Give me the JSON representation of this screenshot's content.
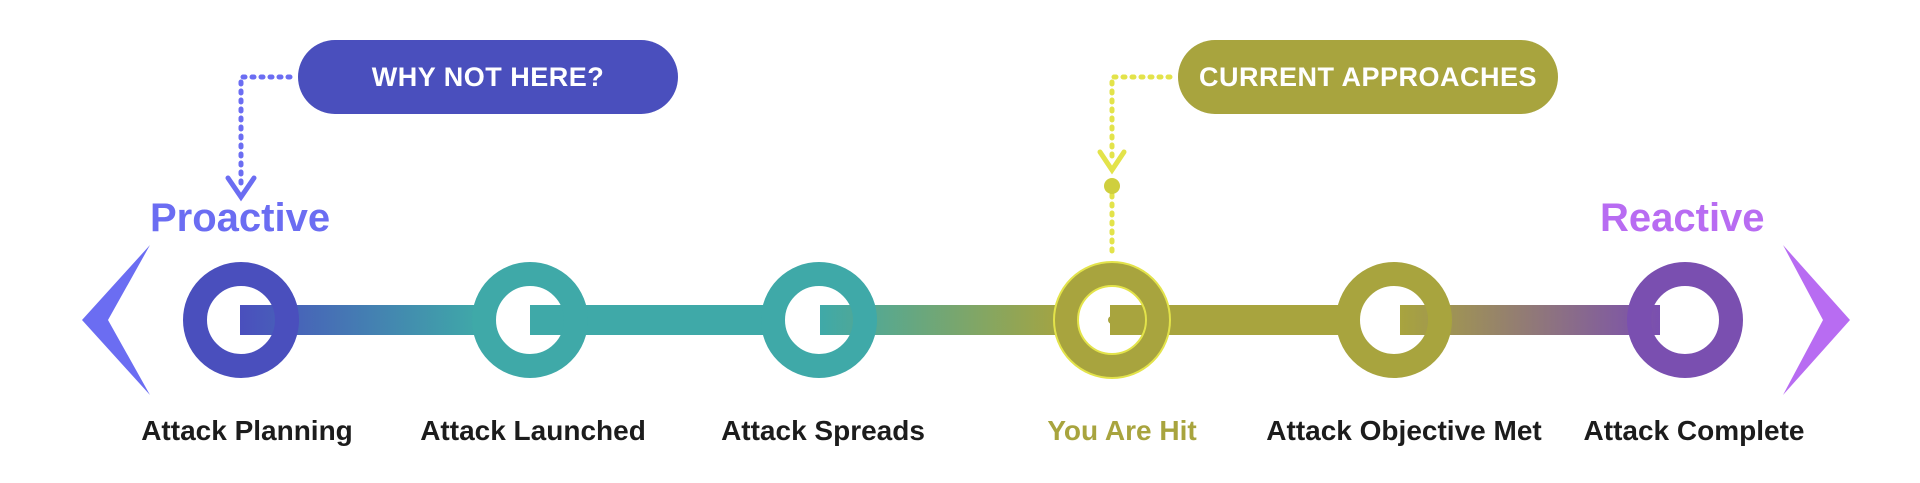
{
  "callouts": {
    "why_not_here": "WHY NOT HERE?",
    "current_approaches": "CURRENT APPROACHES"
  },
  "ends": {
    "left": "Proactive",
    "right": "Reactive"
  },
  "stages": [
    "Attack Planning",
    "Attack Launched",
    "Attack Spreads",
    "You Are Hit",
    "Attack Objective Met",
    "Attack Complete"
  ],
  "colors": {
    "proactive": "#6b6df2",
    "reactive": "#b86cf2",
    "planning": "#4a4fbd",
    "teal": "#3fa9a8",
    "olive": "#a8a43e",
    "complete": "#7a4fb0",
    "hit_ring": "#e3e34a"
  }
}
